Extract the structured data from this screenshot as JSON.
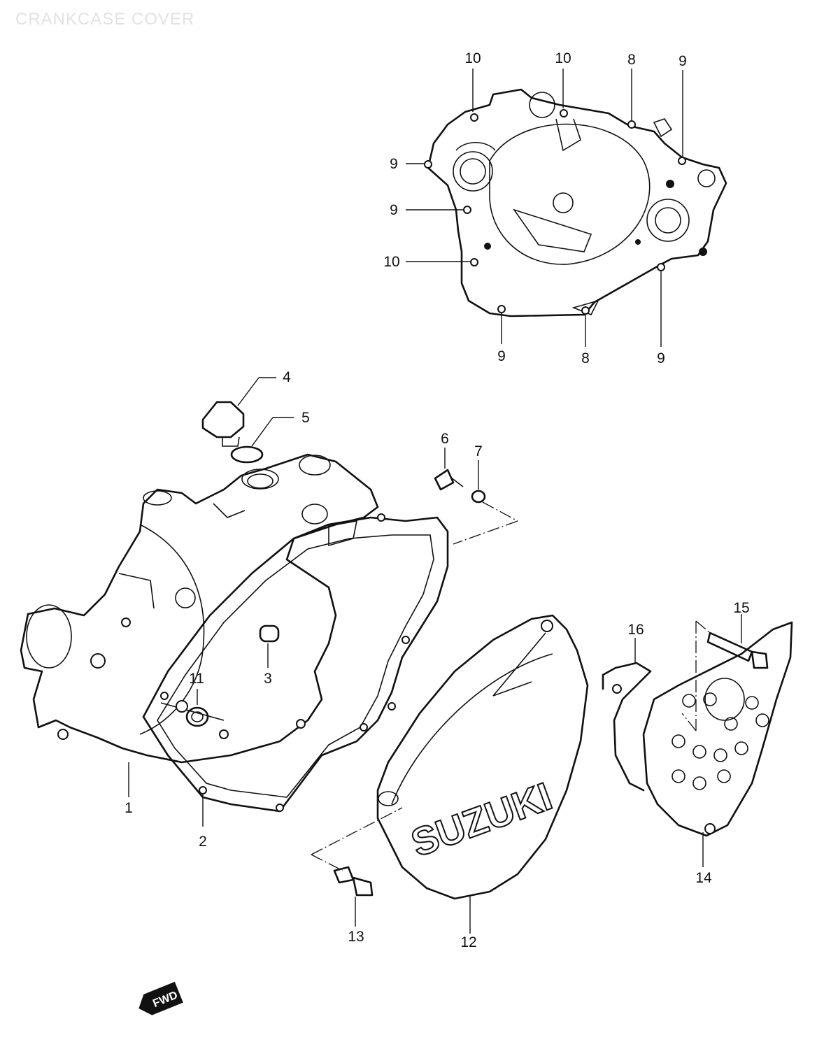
{
  "header": {
    "title": "CRANKCASE COVER"
  },
  "callouts": [
    {
      "id": "c1",
      "label": "1"
    },
    {
      "id": "c2",
      "label": "2"
    },
    {
      "id": "c3",
      "label": "3"
    },
    {
      "id": "c4",
      "label": "4"
    },
    {
      "id": "c5",
      "label": "5"
    },
    {
      "id": "c6",
      "label": "6"
    },
    {
      "id": "c7",
      "label": "7"
    },
    {
      "id": "c11",
      "label": "11"
    },
    {
      "id": "c12",
      "label": "12"
    },
    {
      "id": "c13",
      "label": "13"
    },
    {
      "id": "c14",
      "label": "14"
    },
    {
      "id": "c15",
      "label": "15"
    },
    {
      "id": "c16",
      "label": "16"
    },
    {
      "id": "t10a",
      "label": "10"
    },
    {
      "id": "t10b",
      "label": "10"
    },
    {
      "id": "t8a",
      "label": "8"
    },
    {
      "id": "t9a",
      "label": "9"
    },
    {
      "id": "t9b",
      "label": "9"
    },
    {
      "id": "t9c",
      "label": "9"
    },
    {
      "id": "t10c",
      "label": "10"
    },
    {
      "id": "t9d",
      "label": "9"
    },
    {
      "id": "t8b",
      "label": "8"
    },
    {
      "id": "t9e",
      "label": "9"
    }
  ],
  "cover_emblem": {
    "text": "SUZUKI"
  },
  "direction_marker": {
    "text": "FWD"
  }
}
